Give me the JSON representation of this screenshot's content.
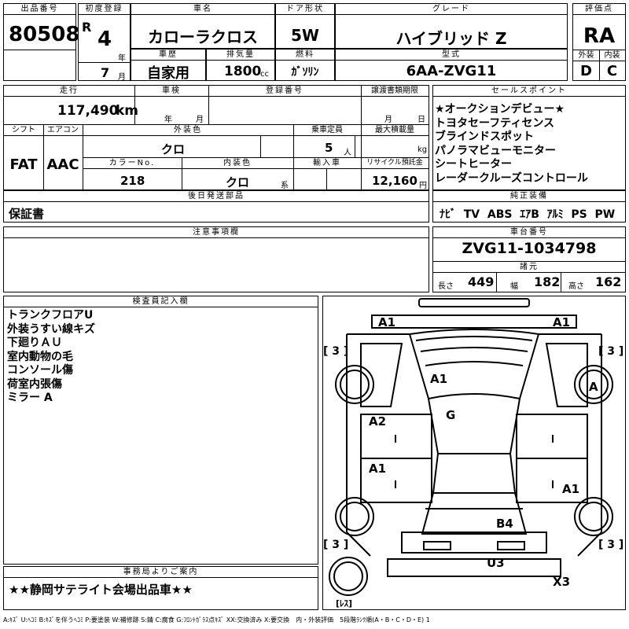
{
  "lot": {
    "label": "出品番号",
    "value": "80508"
  },
  "reg": {
    "label": "初度登録",
    "era": "R",
    "year": "4",
    "year_unit": "年",
    "month": "7",
    "month_unit": "月"
  },
  "car_name": {
    "label": "車名",
    "value": "カローラクロス"
  },
  "door": {
    "label": "ドア形状",
    "value": "5W"
  },
  "grade": {
    "label": "グレード",
    "value": "ハイブリッド Z"
  },
  "score": {
    "label": "評価点",
    "value": "RA",
    "ext_label": "外装",
    "ext_value": "D",
    "int_label": "内装",
    "int_value": "C"
  },
  "history": {
    "label": "車歴",
    "value": "自家用"
  },
  "displacement": {
    "label": "排気量",
    "value": "1800",
    "unit": "cc"
  },
  "fuel": {
    "label": "燃料",
    "value": "ｶﾞｿﾘﾝ"
  },
  "model": {
    "label": "型式",
    "value": "6AA-ZVG11"
  },
  "mileage": {
    "label": "走行",
    "value": "117,490",
    "unit": "km"
  },
  "inspection": {
    "label": "車検",
    "year_unit": "年",
    "month_unit": "月"
  },
  "plate": {
    "label": "登録番号"
  },
  "deadline": {
    "label": "譲渡書類期限",
    "month_unit": "月",
    "day_unit": "日"
  },
  "shift": {
    "label": "シフト",
    "value": "FAT"
  },
  "aircon": {
    "label": "エアコン",
    "value": "AAC"
  },
  "ext_color": {
    "label": "外装色",
    "value": "クロ"
  },
  "capacity": {
    "label": "乗車定員",
    "value": "5",
    "unit": "人"
  },
  "max_load": {
    "label": "最大積載量",
    "unit": "kg"
  },
  "color_no": {
    "label": "カラーNo.",
    "value": "218"
  },
  "int_color": {
    "label": "内装色",
    "value": "クロ",
    "unit": "系"
  },
  "import": {
    "label": "輸入車"
  },
  "recycle": {
    "label": "リサイクル預託金",
    "value": "12,160",
    "unit": "円"
  },
  "sales_points": {
    "label": "セールスポイント",
    "items": [
      "★オークションデビュー★",
      "トヨタセーフティセンス",
      "ブラインドスポット",
      "パノラマビューモニター",
      "シートヒーター",
      "レーダークルーズコントロール"
    ]
  },
  "later_parts": {
    "label": "後日発送部品",
    "value": "保証書"
  },
  "equipment": {
    "label": "純正装備",
    "items": [
      "ﾅﾋﾞ",
      "TV",
      "ABS",
      "ｴｱB",
      "ｱﾙﾐ",
      "PS",
      "PW"
    ]
  },
  "notes": {
    "label": "注意事項欄"
  },
  "chassis": {
    "label": "車台番号",
    "value": "ZVG11-1034798"
  },
  "dims": {
    "label": "諸元",
    "length_label": "長さ",
    "length": "449",
    "width_label": "幅",
    "width": "182",
    "height_label": "高さ",
    "height": "162"
  },
  "inspector": {
    "label": "検査員記入欄",
    "items": [
      "トランクフロアU",
      "外装うすい線キズ",
      "下廻りＡＵ",
      "室内動物の毛",
      "コンソール傷",
      "荷室内張傷",
      "ミラー A"
    ]
  },
  "office": {
    "label": "事務局よりご案内",
    "value": "★★静岡サテライト会場出品車★★"
  },
  "diagram": {
    "marks": [
      "A1",
      "A1",
      "A1",
      "A",
      "G",
      "A2",
      "A1",
      "A1",
      "B4",
      "U3",
      "X3"
    ],
    "tires": [
      "[ 3 ]",
      "[ 3 ]",
      "[ 3 ]",
      "[ 3 ]"
    ],
    "spare": "[ﾚｽ]"
  },
  "legend": "A:ｷｽﾞ U:ﾍｺﾐ B:ｷｽﾞを伴うﾍｺﾐ P:要塗装 W:補修跡 S:錆 C:腐食 G:ﾌﾛﾝﾄｶﾞﾗｽ点ｷｽﾞ XX:交換済み X:要交換　内・外装評価　5段階ﾗﾝｸ順(A・B・C・D・E) 1"
}
